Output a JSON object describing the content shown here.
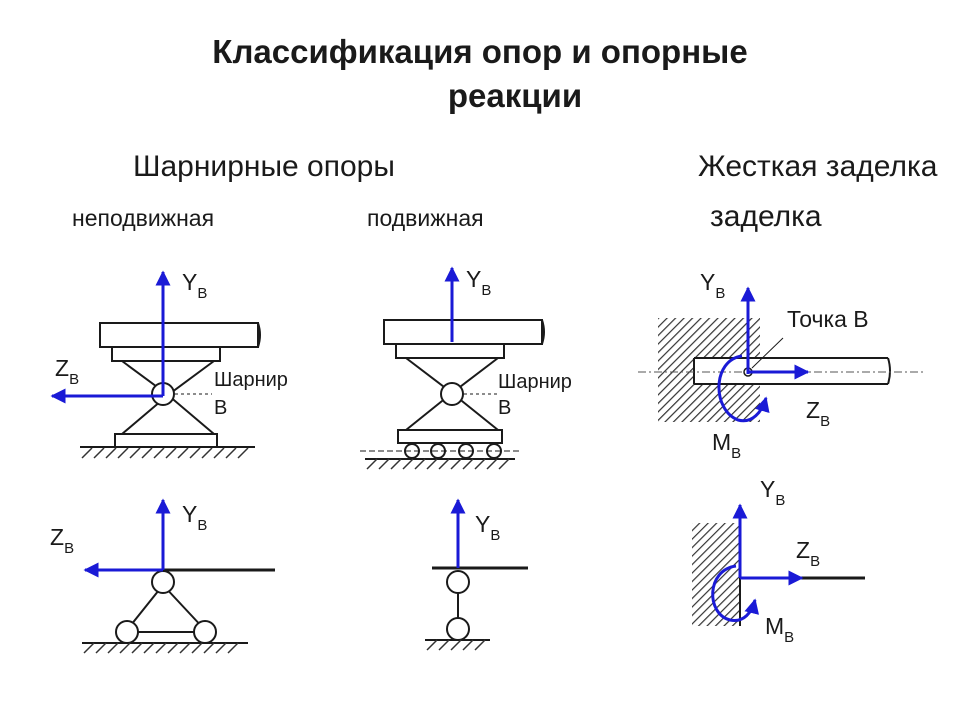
{
  "title": {
    "line1": "Классификация опор и опорные",
    "line2": "реакции"
  },
  "sections": {
    "hinged": "Шарнирные опоры",
    "fixed": "Жесткая заделка"
  },
  "subtitles": {
    "fixed_hinge": "неподвижная",
    "movable_hinge": "подвижная",
    "fixed_line2": "заделка"
  },
  "labels": {
    "Y": "Y",
    "Z": "Z",
    "M": "M",
    "sub": "B",
    "hinge": "Шарнир",
    "hinge_point": "B",
    "point_b": "Точка B"
  },
  "colors": {
    "vector": "#1a1ad6",
    "line": "#1a1a1a",
    "hatch": "#333333"
  }
}
